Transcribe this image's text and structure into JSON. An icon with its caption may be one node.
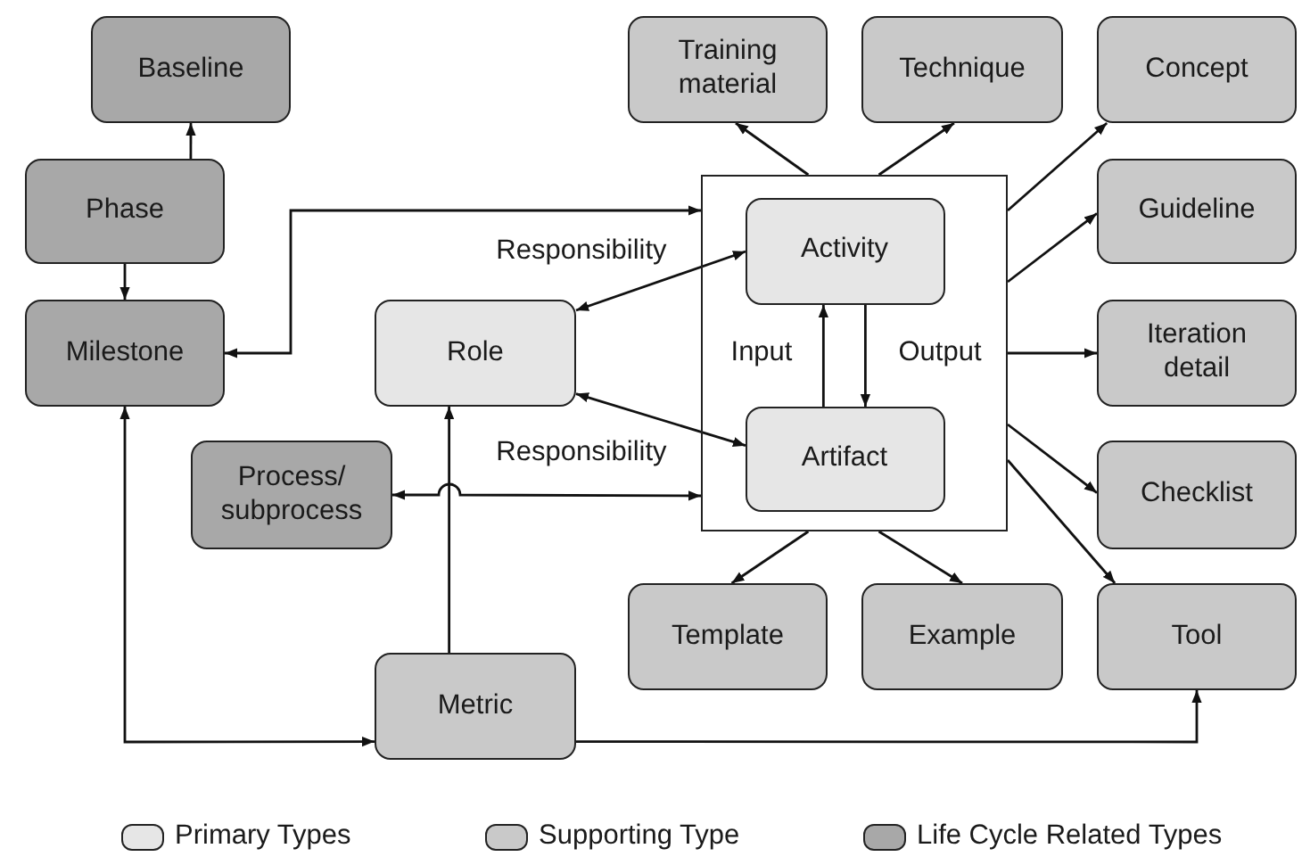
{
  "diagram": {
    "nodes": [
      {
        "text": [
          "Baseline"
        ]
      },
      {
        "text": [
          "Phase"
        ]
      },
      {
        "text": [
          "Milestone"
        ]
      },
      {
        "text": [
          "Role"
        ]
      },
      {
        "text": [],
        "shape": "box"
      },
      {
        "text": [
          "Activity"
        ],
        "in": 4
      },
      {
        "text": [
          "Artifact"
        ],
        "in": 4
      },
      {
        "text": [
          "Process/ subprocess"
        ]
      },
      {
        "text": [
          "Training material"
        ]
      },
      {
        "text": [
          "Technique"
        ]
      },
      {
        "text": [
          "Concept"
        ]
      },
      {
        "text": [
          "Guideline"
        ]
      },
      {
        "text": [
          "Iteration detail"
        ]
      },
      {
        "text": [
          "Checklist"
        ]
      },
      {
        "text": [
          "Template"
        ]
      },
      {
        "text": [
          "Example"
        ]
      },
      {
        "text": [
          "Tool"
        ]
      },
      {
        "text": [
          "Metric"
        ]
      }
    ],
    "edges": [
      {
        "from": 1,
        "to": 0,
        "arrow": "to"
      },
      {
        "from": 1,
        "to": 2,
        "arrow": "to"
      },
      {
        "from": 2,
        "to": 4,
        "arrow": "both"
      },
      {
        "from": 3,
        "to": 5,
        "arrow": "both",
        "label": "Responsibility"
      },
      {
        "from": 3,
        "to": 6,
        "arrow": "both",
        "label": "Responsibility"
      },
      {
        "from": 6,
        "to": 5,
        "arrow": "to",
        "label": "Input"
      },
      {
        "from": 5,
        "to": 6,
        "arrow": "to",
        "label": "Output"
      },
      {
        "from": 7,
        "to": 4,
        "arrow": "both"
      },
      {
        "from": 17,
        "to": 3,
        "arrow": "to"
      },
      {
        "from": 2,
        "to": 17,
        "arrow": "both"
      },
      {
        "from": 17,
        "to": 16,
        "arrow": "to"
      },
      {
        "from": 4,
        "to": 8,
        "arrow": "to"
      },
      {
        "from": 4,
        "to": 9,
        "arrow": "to"
      },
      {
        "from": 4,
        "to": 10,
        "arrow": "to"
      },
      {
        "from": 4,
        "to": 11,
        "arrow": "to"
      },
      {
        "from": 4,
        "to": 12,
        "arrow": "to"
      },
      {
        "from": 4,
        "to": 13,
        "arrow": "to"
      },
      {
        "from": 4,
        "to": 16,
        "arrow": "to"
      },
      {
        "from": 4,
        "to": 14,
        "arrow": "to"
      },
      {
        "from": 4,
        "to": 15,
        "arrow": "to"
      }
    ],
    "legend": [
      {
        "text": "Primary Types",
        "color": "#e6e6e6"
      },
      {
        "text": "Supporting Type",
        "color": "#c9c9c9"
      },
      {
        "text": "Life Cycle Related Types",
        "color": "#a8a8a8"
      }
    ]
  }
}
